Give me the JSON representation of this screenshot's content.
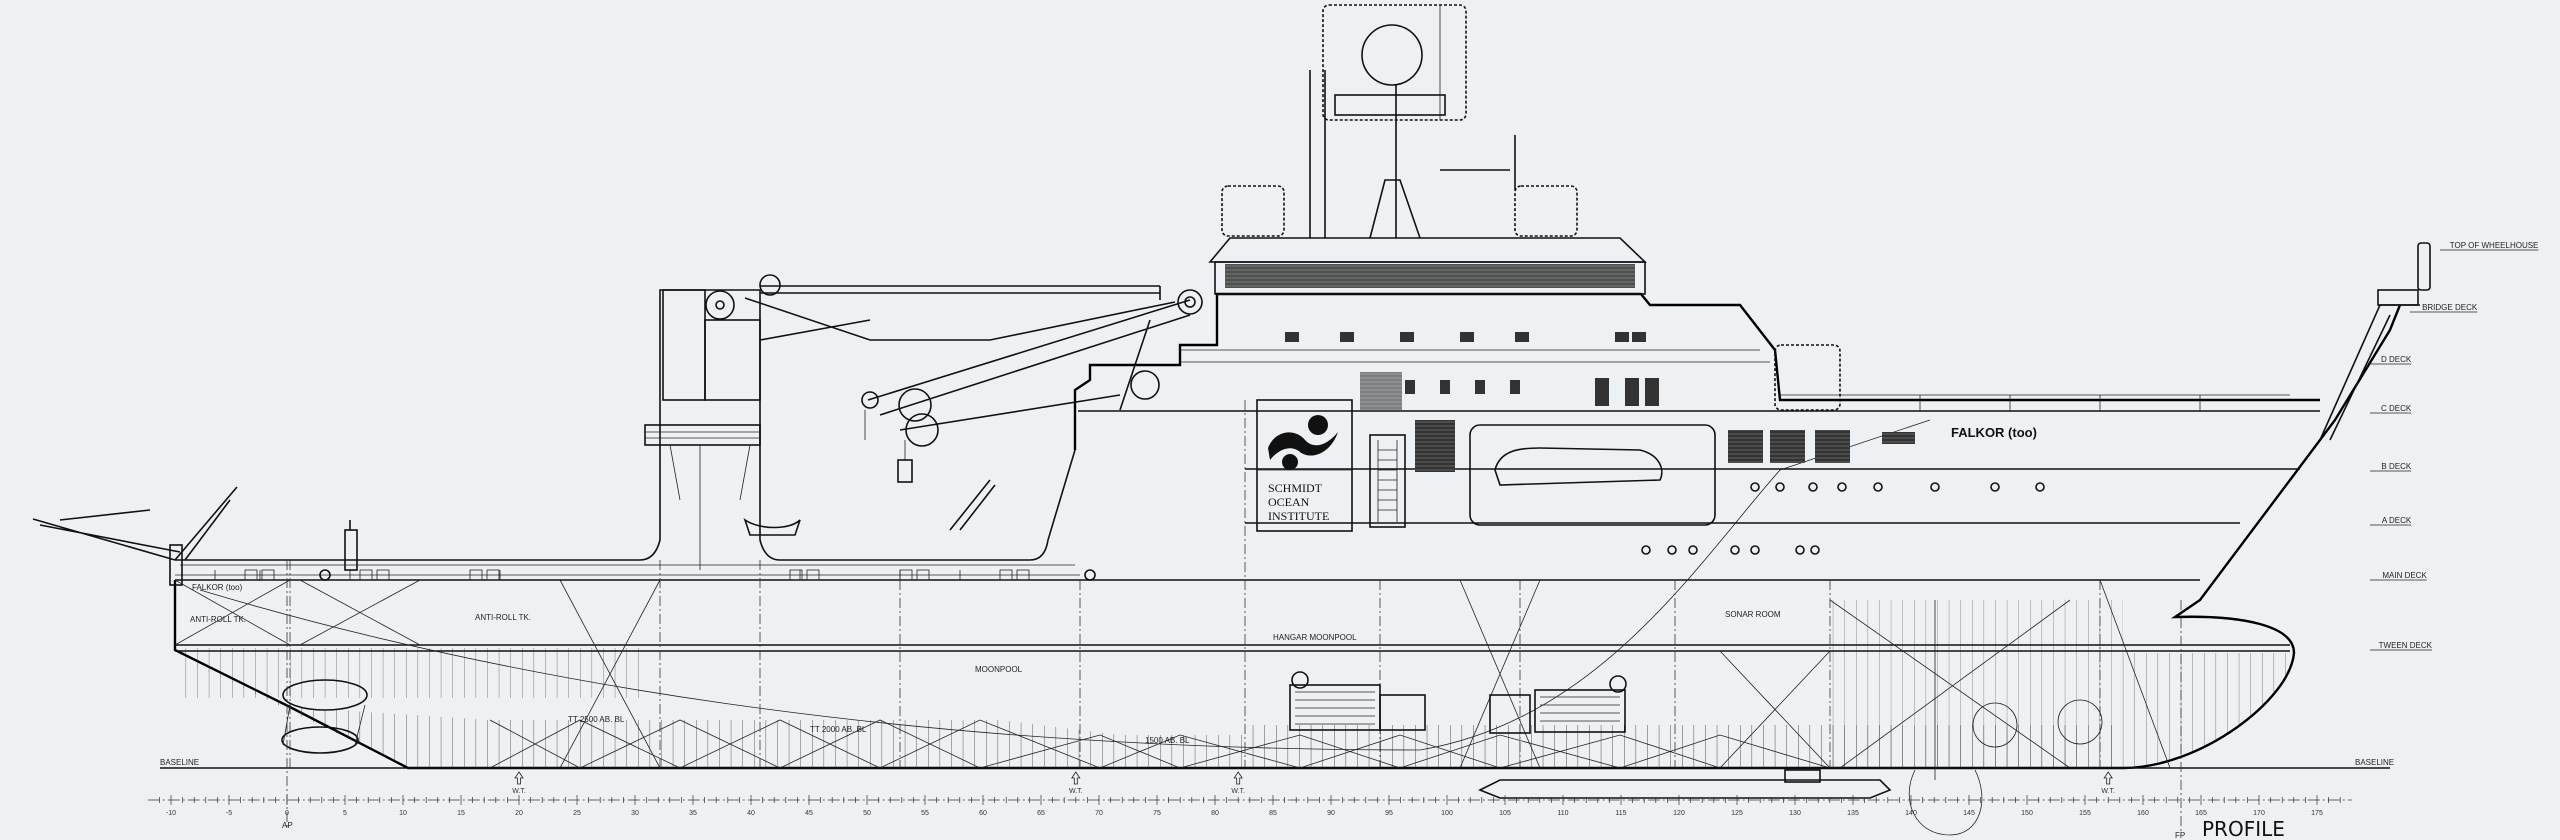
{
  "drawing": {
    "title": "PROFILE",
    "vessel_name": "FALKOR (too)",
    "stern_name": "FALKOR (too)",
    "logo": {
      "lines": [
        "SCHMIDT",
        "OCEAN",
        "INSTITUTE"
      ]
    },
    "deck_levels": [
      {
        "label": "TOP OF WHEELHOUSE"
      },
      {
        "label": "BRIDGE DECK"
      },
      {
        "label": "D DECK"
      },
      {
        "label": "C DECK"
      },
      {
        "label": "B DECK"
      },
      {
        "label": "A DECK"
      },
      {
        "label": "MAIN DECK"
      },
      {
        "label": "TWEEN DECK"
      }
    ],
    "compartments": [
      {
        "label": "ANTI-ROLL TK."
      },
      {
        "label": "ANTI-ROLL TK."
      },
      {
        "label": "MOONPOOL"
      },
      {
        "label": "HANGAR MOONPOOL"
      },
      {
        "label": "SONAR ROOM"
      },
      {
        "label": "TT 2500 AB. BL"
      },
      {
        "label": "TT 2000 AB. BL"
      },
      {
        "label": "1500 AB. BL"
      }
    ],
    "baseline_label": "BASELINE",
    "wt_label": "W.T.",
    "wt_frames": [
      20,
      68,
      82,
      157
    ],
    "ap_label": "AP",
    "fp_label": "FP",
    "frame_scale": {
      "labels": [
        "-10",
        "-5",
        "0",
        "5",
        "10",
        "15",
        "20",
        "25",
        "30",
        "35",
        "40",
        "45",
        "50",
        "55",
        "60",
        "65",
        "70",
        "75",
        "80",
        "85",
        "90",
        "95",
        "100",
        "105",
        "110",
        "115",
        "120",
        "125",
        "130",
        "135",
        "140",
        "145",
        "150",
        "155",
        "160",
        "165",
        "170",
        "175"
      ]
    },
    "colors": {
      "background": "#eef1f4",
      "line": "#111111"
    }
  }
}
